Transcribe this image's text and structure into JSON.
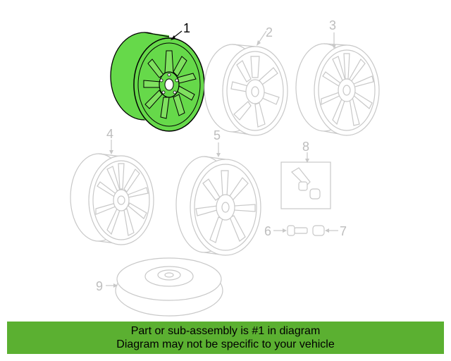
{
  "callouts": {
    "c1": "1",
    "c2": "2",
    "c3": "3",
    "c4": "4",
    "c5": "5",
    "c6": "6",
    "c7": "7",
    "c8": "8",
    "c9": "9"
  },
  "banner": {
    "line1": "Part or sub-assembly is #1 in diagram",
    "line2": "Diagram may not be specific to your vehicle"
  },
  "colors": {
    "highlight": "#66d94a",
    "banner": "#5bb031",
    "inactive": "#c8c8c8"
  }
}
